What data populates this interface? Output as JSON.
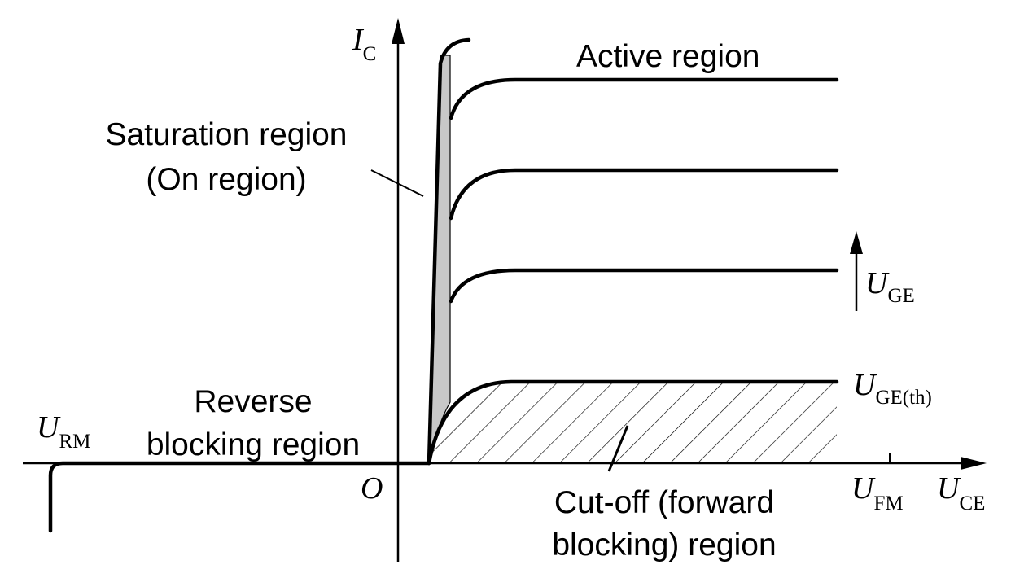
{
  "labels": {
    "y_axis": {
      "main": "I",
      "sub": "C"
    },
    "x_axis": {
      "main": "U",
      "sub": "CE"
    },
    "origin": "O",
    "urm": {
      "main": "U",
      "sub": "RM"
    },
    "ufm": {
      "main": "U",
      "sub": "FM"
    },
    "uge": {
      "main": "U",
      "sub": "GE"
    },
    "uge_th": {
      "main": "U",
      "sub": "GE(th)"
    }
  },
  "regions": {
    "active": "Active region",
    "saturation_line1": "Saturation region",
    "saturation_line2": "(On region)",
    "reverse_line1": "Reverse",
    "reverse_line2": "blocking region",
    "cutoff_line1": "Cut-off (forward",
    "cutoff_line2": "blocking) region"
  }
}
